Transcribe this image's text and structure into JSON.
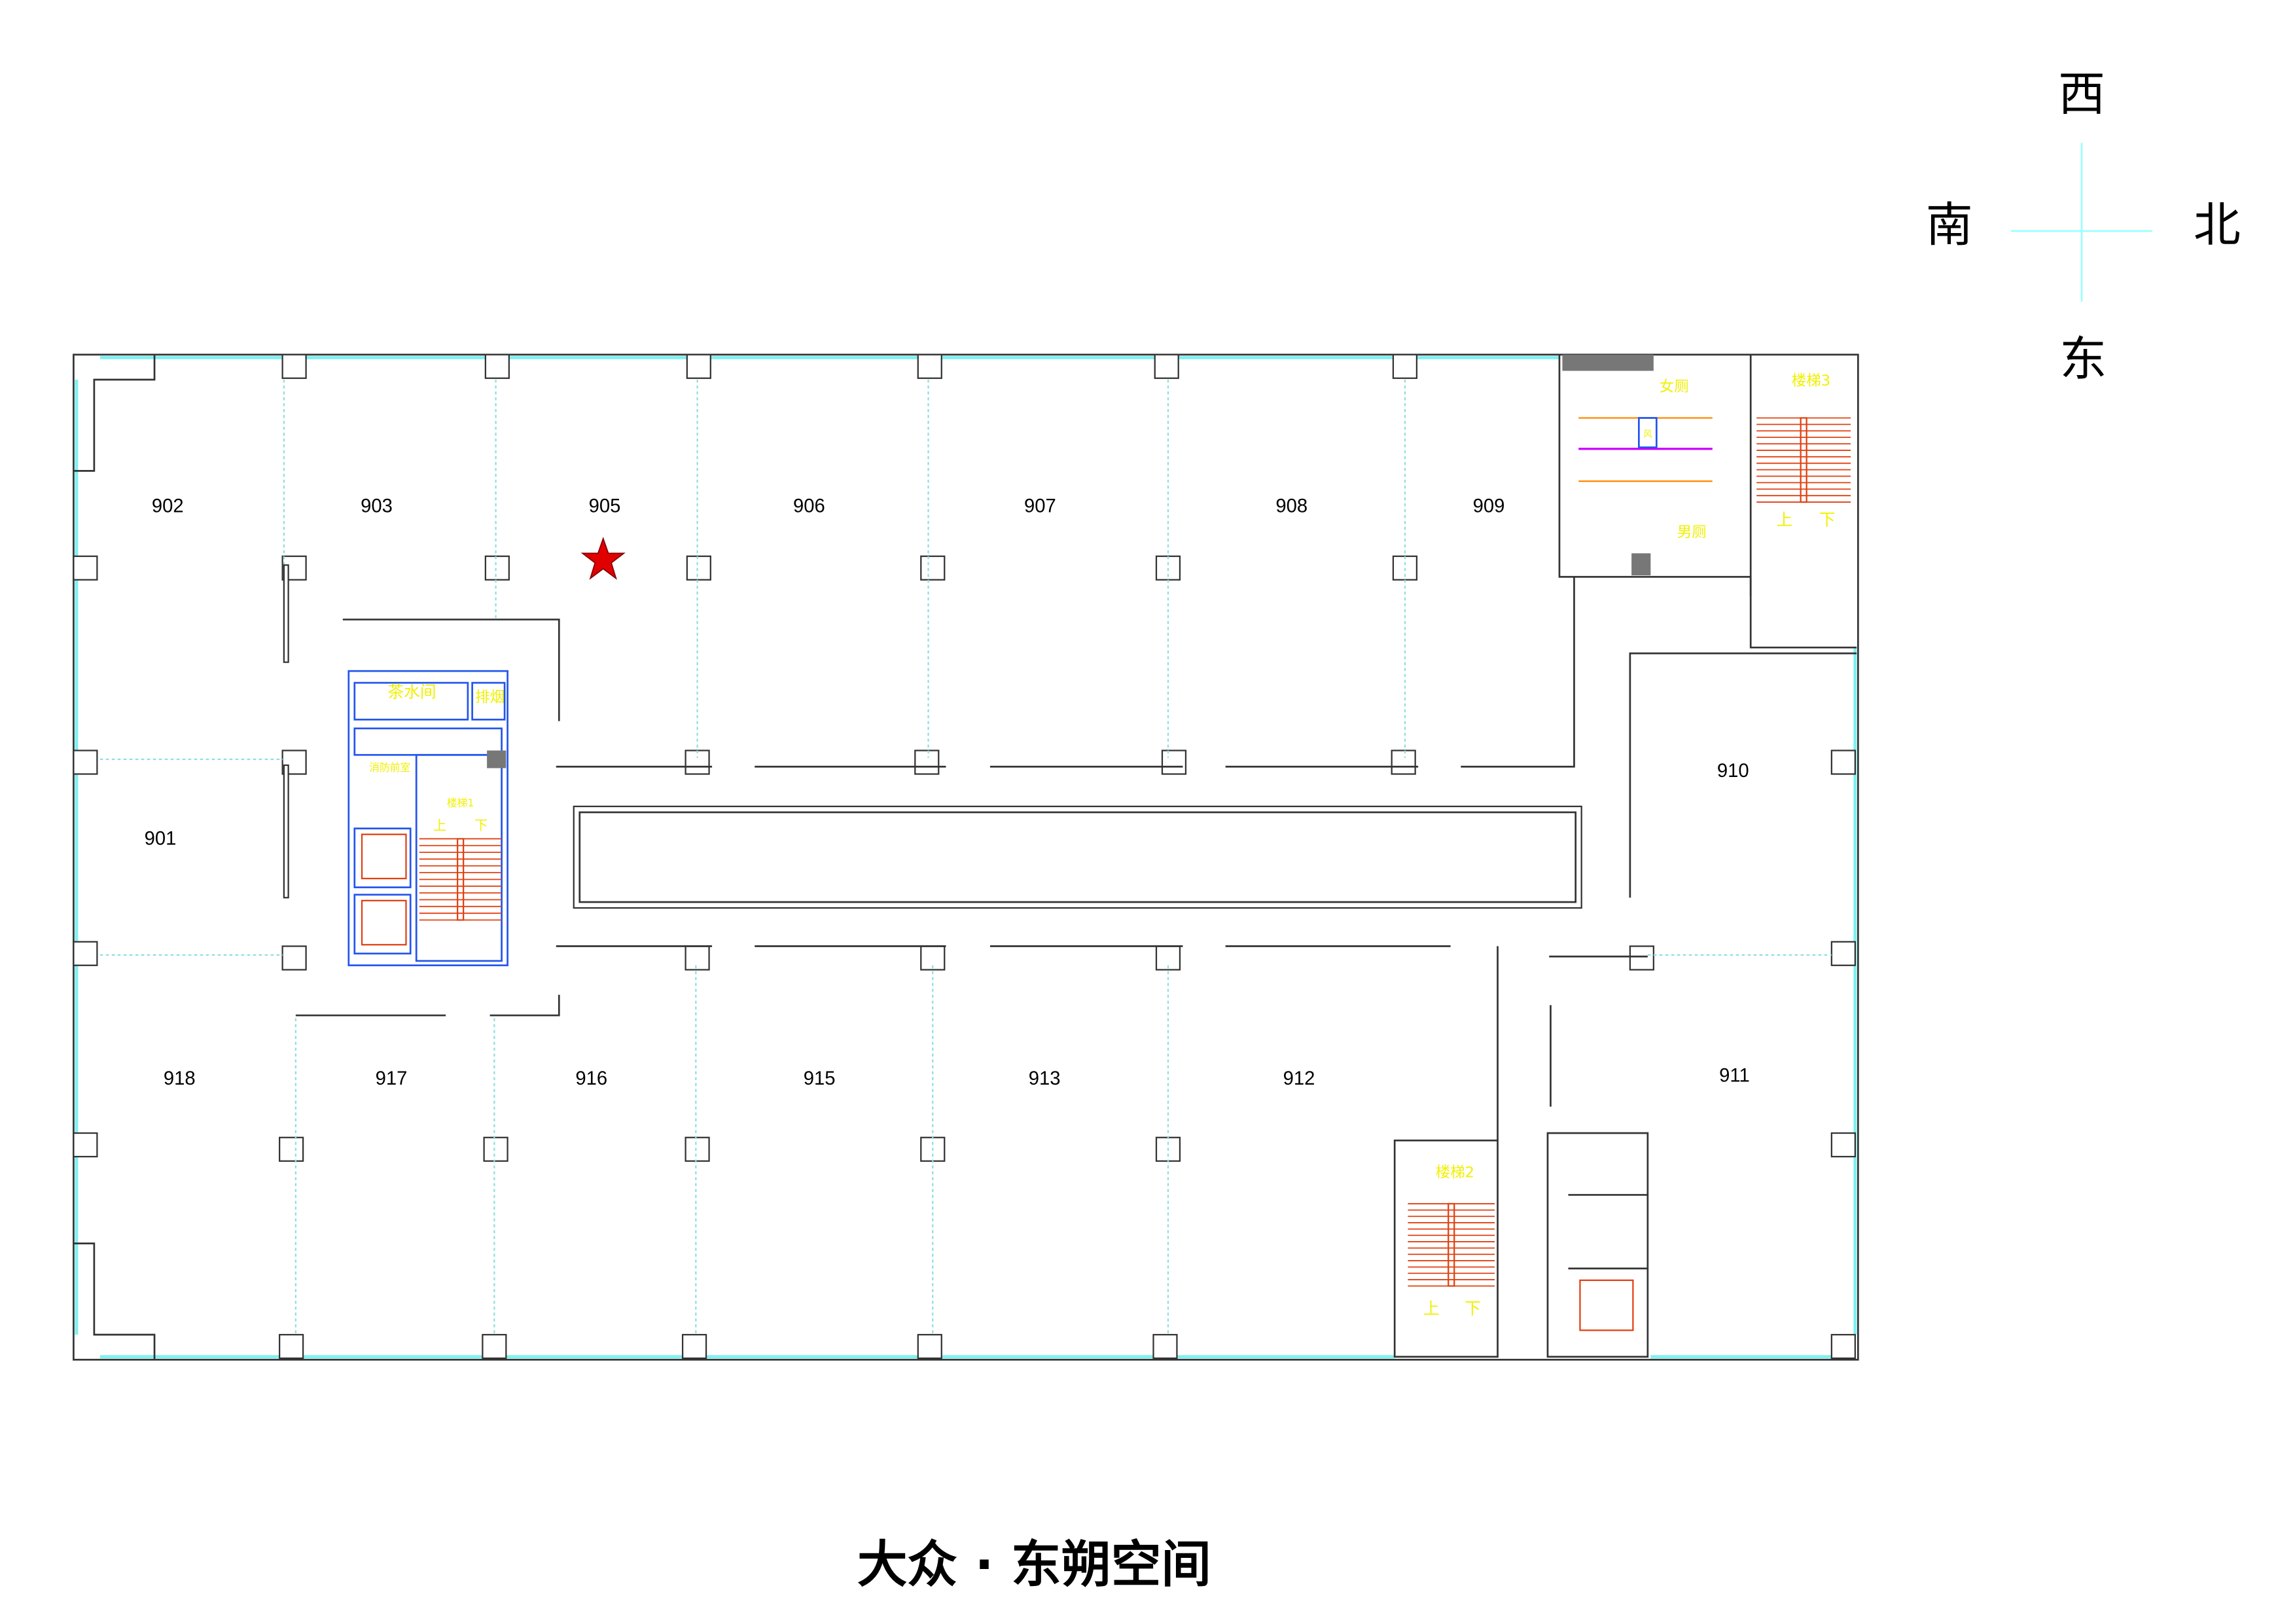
{
  "title": "大众 · 东朔空间",
  "compass": {
    "top": "西",
    "left": "南",
    "right": "北",
    "bottom": "东"
  },
  "rooms": {
    "r902": "902",
    "r903": "903",
    "r905": "905",
    "r906": "906",
    "r907": "907",
    "r908": "908",
    "r909": "909",
    "r910": "910",
    "r901": "901",
    "r918": "918",
    "r917": "917",
    "r916": "916",
    "r915": "915",
    "r913": "913",
    "r912": "912",
    "r911": "911"
  },
  "labels": {
    "womens_wc": "女厕",
    "mens_wc": "男厕",
    "stair1": "楼梯1",
    "stair2": "楼梯2",
    "stair3": "楼梯3",
    "up": "上",
    "down": "下",
    "tea_room": "茶水间",
    "smoke_exhaust": "排烟",
    "fire_lobby": "消防前室",
    "vent": "风"
  },
  "marker": {
    "icon": "star-icon",
    "color": "#e00000",
    "room": "905"
  },
  "colors": {
    "glass": "#7ff0f0",
    "label": "#f0f000",
    "stair": "#e04010",
    "core": "#2255ee"
  }
}
